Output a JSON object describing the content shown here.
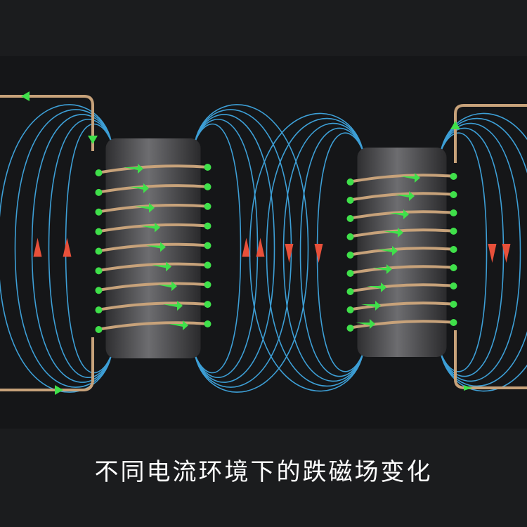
{
  "caption": "不同电流环境下的跌磁场变化",
  "colors": {
    "background": "#1b1c1e",
    "panel": "#161719",
    "field_line": "#3d9fd6",
    "wire": "#c7a27a",
    "current_arrow": "#3fe04a",
    "field_arrow": "#e8503a",
    "core": "#5a5a5c"
  },
  "coils": [
    {
      "name": "left-coil",
      "turns": 9,
      "field_direction": "up"
    },
    {
      "name": "right-coil",
      "turns": 9,
      "field_direction": "down"
    }
  ]
}
